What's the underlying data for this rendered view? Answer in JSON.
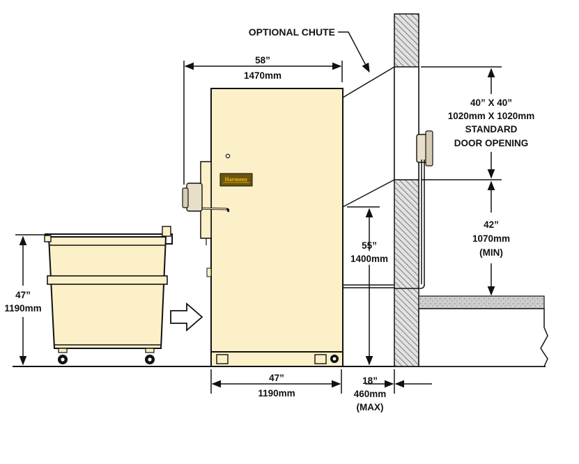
{
  "labels": {
    "optional_chute": "OPTIONAL CHUTE",
    "top_width_in": "58”",
    "top_width_mm": "1470mm",
    "door_size_in": "40” X 40”",
    "door_size_mm": "1020mm X 1020mm",
    "door_standard": "STANDARD",
    "door_opening": "DOOR OPENING",
    "door_height_in": "42”",
    "door_height_mm": "1070mm",
    "door_height_note": "(MIN)",
    "chute_height_in": "55”",
    "chute_height_mm": "1400mm",
    "cart_height_in": "47”",
    "cart_height_mm": "1190mm",
    "base_width_in": "47”",
    "base_width_mm": "1190mm",
    "clearance_in": "18”",
    "clearance_mm": "460mm",
    "clearance_note": "(MAX)",
    "brand_plate": "Harmony"
  },
  "colors": {
    "machine_fill": "#fbf0c8",
    "cart_fill": "#fbf0c8",
    "line": "#111111",
    "wall_fill": "#d8d8d8",
    "floor_fill": "#c9c9c9",
    "plate_fill": "#6b5310",
    "plate_text": "#f2c200",
    "motor_fill": "#e8dfc9"
  }
}
